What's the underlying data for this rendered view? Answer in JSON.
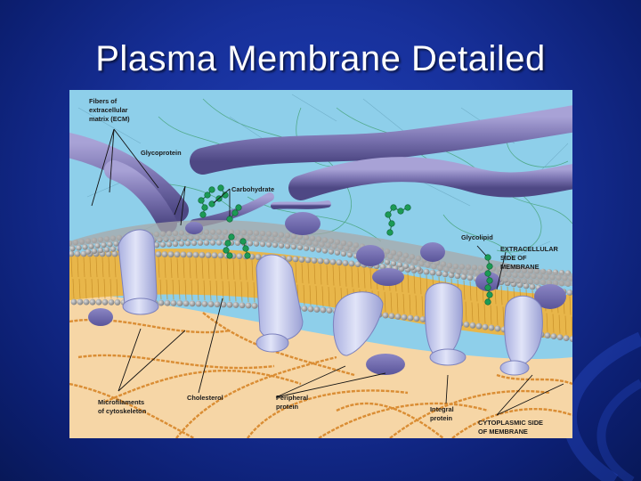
{
  "slide": {
    "title": "Plasma Membrane Detailed"
  },
  "labels": {
    "ecm_line1": "Fibers of",
    "ecm_line2": "extracellular",
    "ecm_line3": "matrix (ECM)",
    "glycoprotein": "Glycoprotein",
    "carbohydrate": "Carbohydrate",
    "glycolipid": "Glycolipid",
    "extracellular_line1": "EXTRACELLULAR",
    "extracellular_line2": "SIDE OF",
    "extracellular_line3": "MEMBRANE",
    "microfilaments_line1": "Microfilaments",
    "microfilaments_line2": "of cytoskeleton",
    "cholesterol": "Cholesterol",
    "peripheral_line1": "Peripheral",
    "peripheral_line2": "protein",
    "integral_line1": "Integral",
    "integral_line2": "protein",
    "cytoplasmic_line1": "CYTOPLASMIC SIDE",
    "cytoplasmic_line2": "OF MEMBRANE"
  },
  "colors": {
    "background": "#17309a",
    "extracellular_fluid": "#8ecfea",
    "cytoplasm": "#f6d6a6",
    "lipid_heads": "#9a9a9a",
    "lipid_tails": "#e8b64a",
    "protein": "#c9cdee",
    "ecm_fiber": "#7c76b2",
    "carbohydrate_beads": "#1c9a55",
    "microfilaments": "#d98a2e"
  }
}
